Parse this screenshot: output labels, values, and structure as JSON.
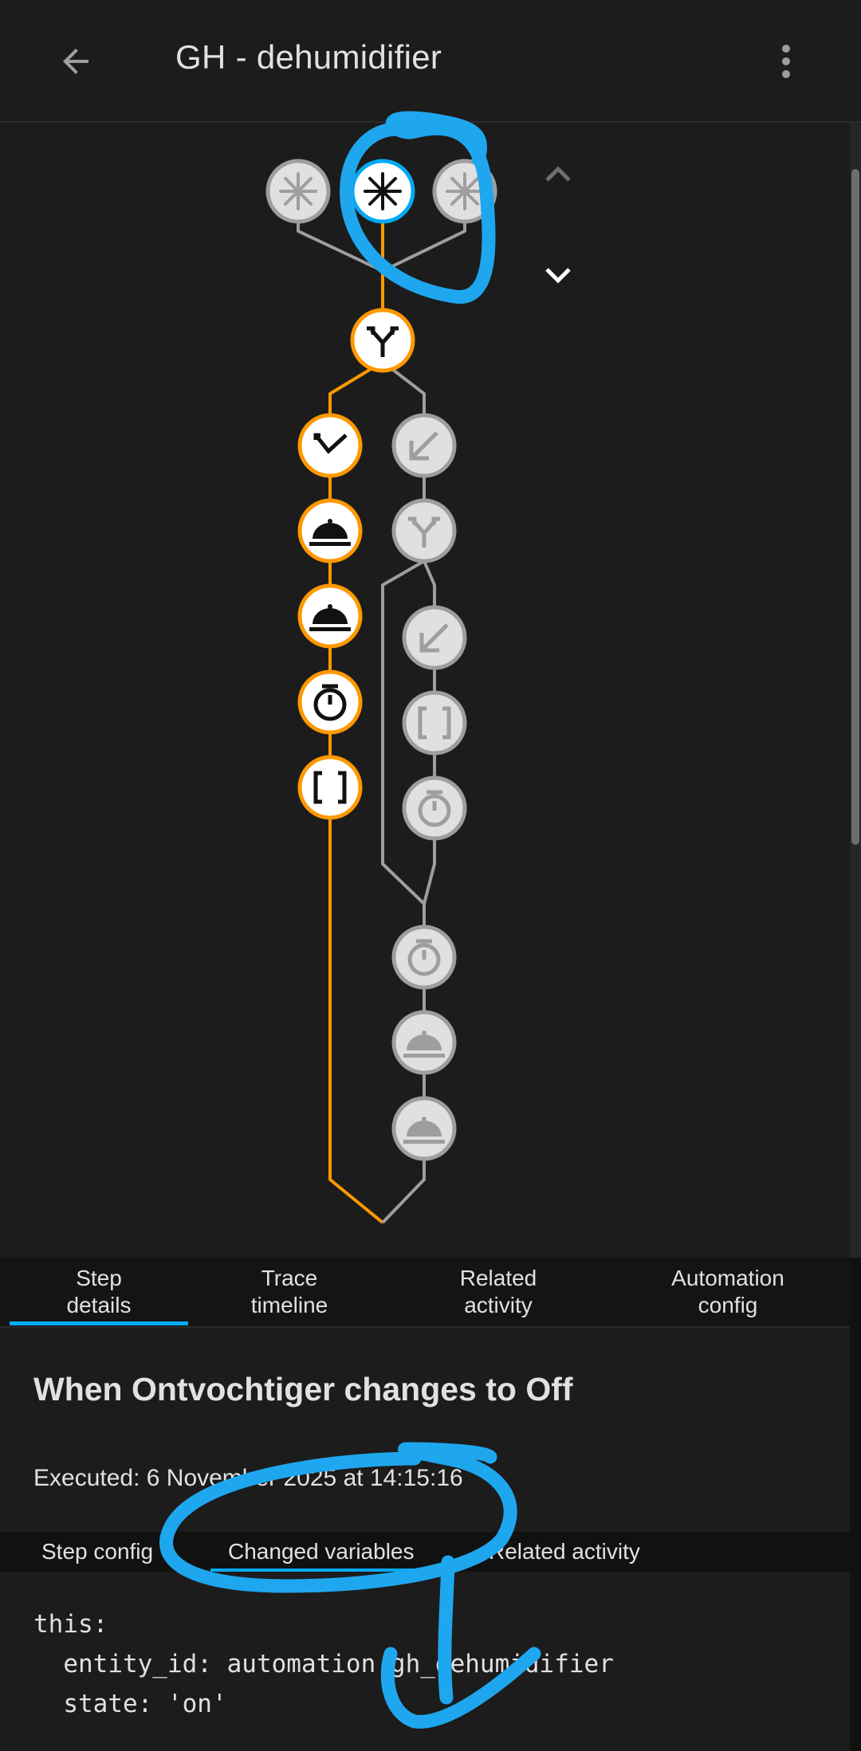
{
  "header": {
    "title": "GH - dehumidifier",
    "back_icon": "arrow-left-icon",
    "menu_icon": "dots-vertical-icon"
  },
  "graph": {
    "colors": {
      "active": "#ff9800",
      "inactive": "#9e9e9e",
      "selected": "#03a9f4",
      "line_active": "#ff9800",
      "line_inactive": "#9e9e9e"
    },
    "nav_up_icon": "chevron-up-icon",
    "nav_down_icon": "chevron-down-icon",
    "node_icons": [
      "trigger-asterisk-icon",
      "choose-fork-icon",
      "condition-check-icon",
      "option-arrow-icon",
      "service-bell-icon",
      "delay-timer-icon",
      "variables-brackets-icon"
    ]
  },
  "tabs": [
    {
      "line1": "Step",
      "line2": "details"
    },
    {
      "line1": "Trace",
      "line2": "timeline"
    },
    {
      "line1": "Related",
      "line2": "activity"
    },
    {
      "line1": "Automation",
      "line2": "config"
    }
  ],
  "details": {
    "title": "When Ontvochtiger changes to Off",
    "executed": "Executed: 6 November 2025 at 14:15:16"
  },
  "subtabs": [
    "Step config",
    "Changed variables",
    "Related activity"
  ],
  "yaml": [
    "this:",
    "  entity_id: automation.gh_dehumidifier",
    "  state: 'on'"
  ],
  "annotation_color": "#1ea7ef"
}
